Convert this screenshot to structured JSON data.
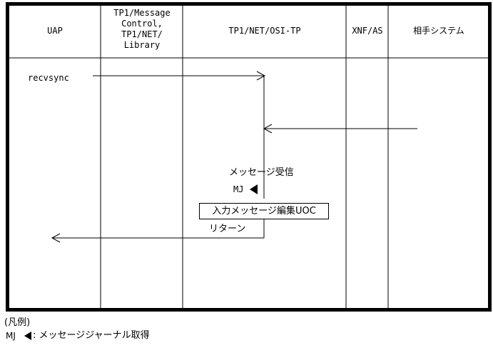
{
  "columns": [
    {
      "label": "UAP"
    },
    {
      "label": "TP1/Message\nControl,\nTP1/NET/\nLibrary"
    },
    {
      "label": "TP1/NET/OSI-TP"
    },
    {
      "label": "XNF/AS"
    },
    {
      "label": "相手システム"
    }
  ],
  "flow": {
    "call_label": "recvsync",
    "receive_label": "メッセージ受信",
    "journal_label": "MJ",
    "uoc_label": "入力メッセージ編集UOC",
    "return_label": "リターン"
  },
  "legend": {
    "title": "(凡例)",
    "mj": "MJ",
    "description": ": メッセージジャーナル取得"
  }
}
